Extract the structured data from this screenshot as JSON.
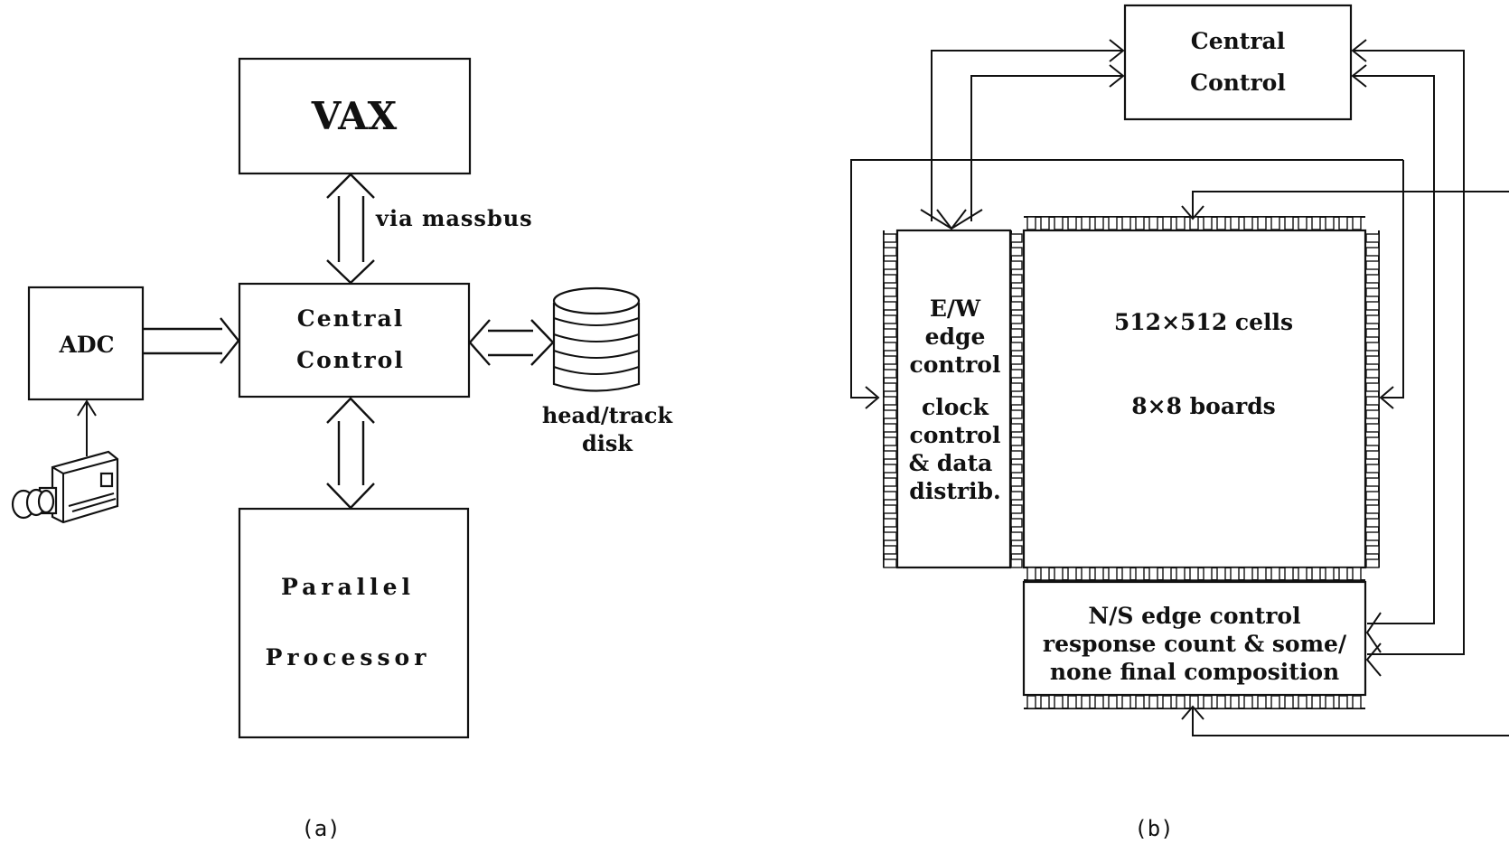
{
  "diagram_a": {
    "vax": "VAX",
    "massbus_label": "via massbus",
    "central_control": [
      "Central",
      "Control"
    ],
    "adc": "ADC",
    "disk_label": [
      "head/track",
      "disk"
    ],
    "processor": [
      "Parallel",
      "Processor"
    ],
    "caption": "(a)"
  },
  "diagram_b": {
    "central_control": [
      "Central",
      "Control"
    ],
    "ew_block": [
      "E/W",
      "edge",
      "control",
      "clock",
      "control",
      "& data",
      "distrib."
    ],
    "array_cells": "512×512 cells",
    "array_boards": "8×8 boards",
    "ns_block": [
      "N/S edge  control",
      "response count & some/",
      "none  final composition"
    ],
    "caption": "(b)"
  }
}
